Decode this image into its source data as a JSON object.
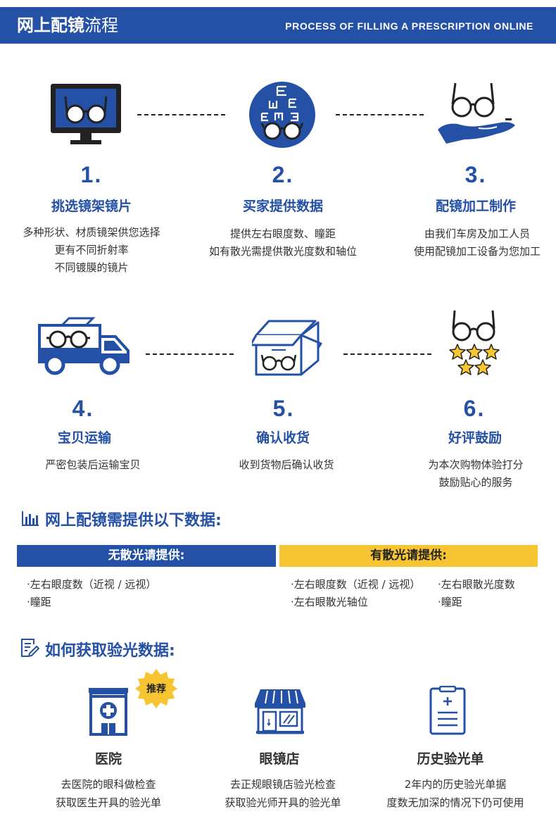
{
  "header": {
    "title_bold": "网上配镜",
    "title_normal": "流程",
    "subtitle": "PROCESS OF FILLING A PRESCRIPTION ONLINE"
  },
  "colors": {
    "blue": "#2451a6",
    "yellow": "#f7c531",
    "dark": "#222222"
  },
  "steps": [
    {
      "num": "1.",
      "title": "挑选镜架镜片",
      "desc": [
        "多种形状、材质镜架供您选择",
        "更有不同折射率",
        "不同镀膜的镜片"
      ],
      "icon": "monitor-glasses-icon"
    },
    {
      "num": "2.",
      "title": "买家提供数据",
      "desc": [
        "提供左右眼度数、瞳距",
        "如有散光需提供散光度数和轴位"
      ],
      "icon": "eye-chart-icon"
    },
    {
      "num": "3.",
      "title": "配镜加工制作",
      "desc": [
        "由我们车房及加工人员",
        "使用配镜加工设备为您加工"
      ],
      "icon": "hand-glasses-icon"
    },
    {
      "num": "4.",
      "title": "宝贝运输",
      "desc": [
        "严密包装后运输宝贝"
      ],
      "icon": "delivery-truck-icon"
    },
    {
      "num": "5.",
      "title": "确认收货",
      "desc": [
        "收到货物后确认收货"
      ],
      "icon": "package-box-icon"
    },
    {
      "num": "6.",
      "title": "好评鼓励",
      "desc": [
        "为本次购物体验打分",
        "鼓励贴心的服务"
      ],
      "icon": "rating-stars-icon"
    }
  ],
  "data_section": {
    "title": "网上配镜需提供以下数据:",
    "no_astig": {
      "title": "无散光请提供:",
      "items": [
        "·左右眼度数（近视 / 远视）",
        "·瞳距"
      ]
    },
    "astig": {
      "title": "有散光请提供:",
      "col1": [
        "·左右眼度数（近视 / 远视）",
        "·左右眼散光轴位"
      ],
      "col2": [
        "·左右眼散光度数",
        "·瞳距"
      ]
    }
  },
  "source_section": {
    "title": "如何获取验光数据:",
    "badge": "推荐",
    "items": [
      {
        "title": "医院",
        "desc": [
          "去医院的眼科做检查",
          "获取医生开具的验光单"
        ],
        "icon": "hospital-icon"
      },
      {
        "title": "眼镜店",
        "desc": [
          "去正规眼镜店验光检查",
          "获取验光师开具的验光单"
        ],
        "icon": "optical-store-icon"
      },
      {
        "title": "历史验光单",
        "desc": [
          "2年内的历史验光单据",
          "度数无加深的情况下仍可使用"
        ],
        "icon": "prescription-document-icon"
      }
    ]
  }
}
